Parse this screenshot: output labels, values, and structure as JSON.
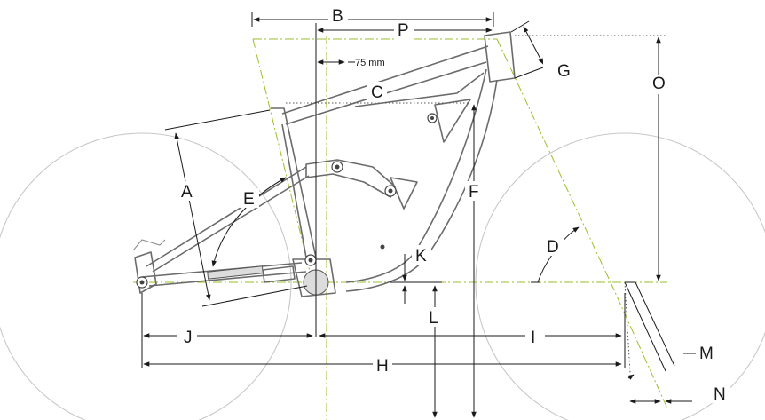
{
  "labels": {
    "A": "A",
    "B": "B",
    "C": "C",
    "D": "D",
    "E": "E",
    "F": "F",
    "G": "G",
    "H": "H",
    "I": "I",
    "J": "J",
    "K": "K",
    "L": "L",
    "M": "M",
    "N": "N",
    "O": "O",
    "P": "P"
  },
  "offset_label": "75 mm",
  "colors": {
    "guide_line": "#9bbf2a",
    "frame_line": "#6b6b6b",
    "wheel_line": "#c8c8c8",
    "dimension_line": "#1a1a1a"
  }
}
